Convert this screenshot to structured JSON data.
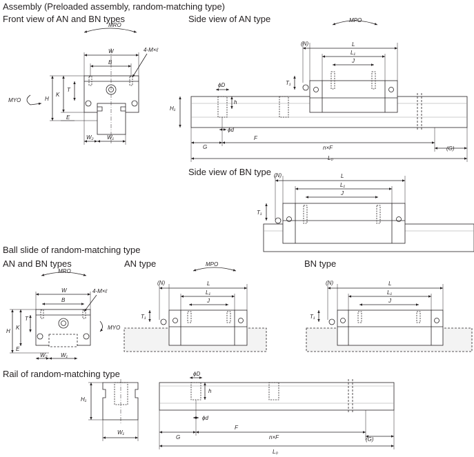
{
  "headings": {
    "assembly": "Assembly (Preloaded assembly, random-matching type)",
    "front_view": "Front view of AN and BN types",
    "side_view_an": "Side view of AN type",
    "side_view_bn": "Side view of BN type",
    "ball_slide": "Ball slide of random-matching type",
    "an_bn_types": "AN and BN types",
    "an_type": "AN type",
    "bn_type": "BN type",
    "rail": "Rail of random-matching type"
  },
  "labels": {
    "W": "W",
    "B": "B",
    "M": "4-M×ℓ",
    "H": "H",
    "K": "K",
    "T": "T",
    "E": "E",
    "W2": "W₂",
    "W1": "W₁",
    "MRO": "MRO",
    "MYO": "MYO",
    "MPO": "MPO",
    "N": "(N)",
    "L": "L",
    "L1": "L₁",
    "J": "J",
    "T1": "T₁",
    "phiD": "ϕD",
    "h": "h",
    "phid": "ϕd",
    "H1": "H₁",
    "G": "G",
    "F": "F",
    "nF": "n×F",
    "Gp": "(G)",
    "L0": "L₀"
  },
  "colors": {
    "line": "#231f20",
    "rail_fill": "#e6e6e6",
    "hatch": "#888888"
  }
}
